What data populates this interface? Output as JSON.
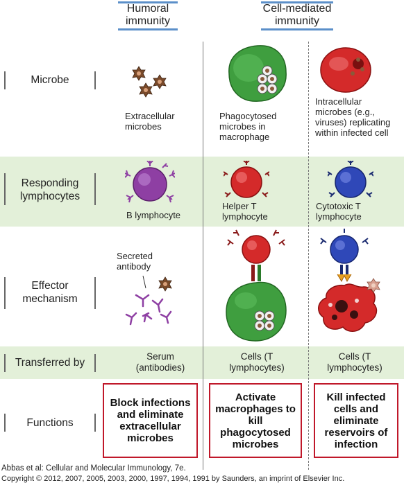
{
  "columns": {
    "humoral": "Humoral immunity",
    "cell_mediated": "Cell-mediated immunity"
  },
  "rows": {
    "microbe": "Microbe",
    "responding": "Responding lymphocytes",
    "effector": "Effector mechanism",
    "transferred": "Transferred by",
    "functions": "Functions"
  },
  "microbe_captions": {
    "humoral": "Extracellular microbes",
    "helper": "Phagocytosed microbes in macrophage",
    "cytotoxic": "Intracellular microbes (e.g., viruses) replicating within infected cell"
  },
  "lymphocyte_captions": {
    "b": "B lymphocyte",
    "helper": "Helper T lymphocyte",
    "cytotoxic": "Cytotoxic T lymphocyte"
  },
  "effector_captions": {
    "antibody": "Secreted antibody"
  },
  "transferred": {
    "humoral": "Serum (antibodies)",
    "helper": "Cells (T lymphocytes)",
    "cytotoxic": "Cells (T lymphocytes)"
  },
  "functions": {
    "humoral": "Block infections and eliminate extracellular microbes",
    "helper": "Activate macrophages to kill phagocytosed microbes",
    "cytotoxic": "Kill infected cells and eliminate reservoirs of infection"
  },
  "credit": {
    "line1": "Abbas et al: Cellular and Molecular Immunology, 7e.",
    "line2": "Copyright © 2012, 2007, 2005, 2003, 2000, 1997, 1994, 1991 by Saunders, an imprint of Elsevier Inc."
  },
  "colors": {
    "band": "#e3f0d9",
    "function_border": "#c0182a",
    "header_bar": "#5b8fc9",
    "b_cell": "#8e3fa3",
    "helper_cell": "#d42a2a",
    "cytotoxic_cell": "#2f48b8",
    "macrophage": "#3f9e3f",
    "microbe": "#7a4a2a"
  },
  "icons": [
    "microbe-icon",
    "b-lymphocyte-icon",
    "helper-t-icon",
    "cytotoxic-t-icon",
    "macrophage-icon",
    "antibody-icon",
    "infected-cell-icon"
  ]
}
